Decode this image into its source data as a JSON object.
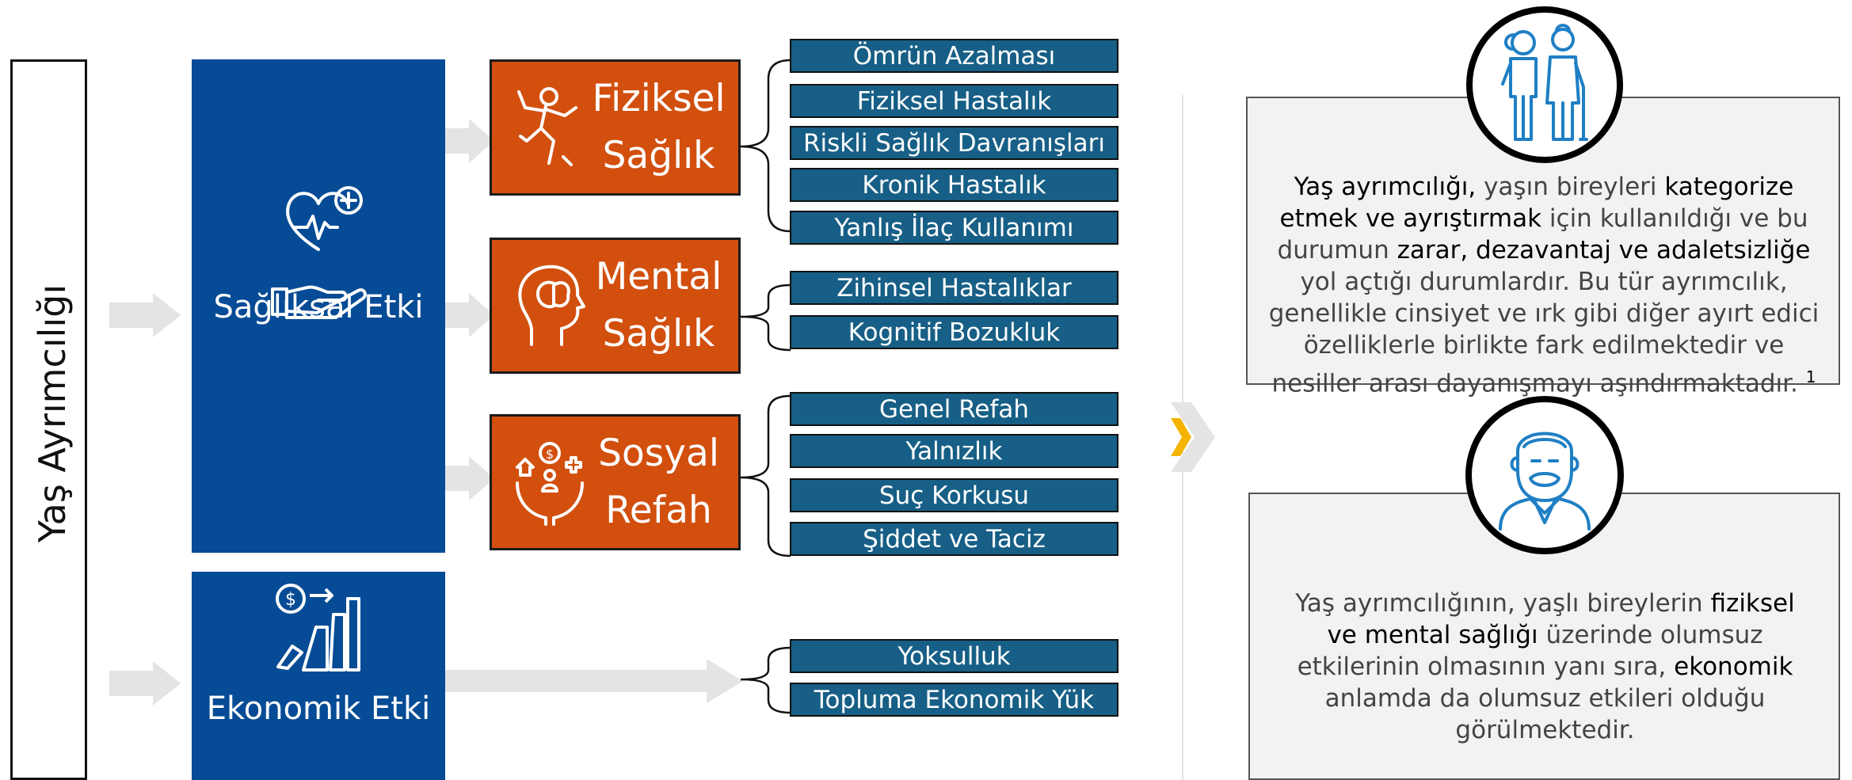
{
  "left_label": "Yaş Ayrımcılığı",
  "health_box": {
    "label": "Sağlıksal Etki"
  },
  "economy_box": {
    "label": "Ekonomik Etki"
  },
  "physical": {
    "line1": "Fiziksel",
    "line2": "Sağlık",
    "items": [
      "Ömrün Azalması",
      "Fiziksel Hastalık",
      "Riskli Sağlık Davranışları",
      "Kronik Hastalık",
      "Yanlış İlaç Kullanımı"
    ]
  },
  "mental": {
    "line1": "Mental",
    "line2": "Sağlık",
    "items": [
      "Zihinsel Hastalıklar",
      "Kognitif Bozukluk"
    ]
  },
  "social": {
    "line1": "Sosyal",
    "line2": "Refah",
    "items": [
      "Genel Refah",
      "Yalnızlık",
      "Suç Korkusu",
      "Şiddet ve Taciz"
    ]
  },
  "economic_items": [
    "Yoksulluk",
    "Topluma Ekonomik Yük"
  ],
  "panel1": {
    "t1": "Yaş ayrımcılığı,",
    "t2": " yaşın bireyleri ",
    "t3": "kategorize etmek ve ayrıştırmak",
    "t4": " için kullanıldığı ve bu durumun ",
    "t5": "zarar, dezavantaj ve adaletsizliğe",
    "t6": " yol açtığı durumlardır. Bu tür ayrımcılık, genellikle cinsiyet ve ırk gibi diğer ayırt edici özelliklerle birlikte fark edilmektedir ve nesiller arası dayanışmayı aşındırmaktadır. ",
    "sup": "1"
  },
  "panel2": {
    "t1": "Yaş ayrımcılığının, yaşlı bireylerin ",
    "t2": "fiziksel ve mental sağlığı",
    "t3": " üzerinde olumsuz etkilerinin olmasının yanı sıra, ",
    "t4": "ekonomik",
    "t5": " anlamda da olumsuz etkileri olduğu görülmektedir."
  },
  "colors": {
    "blue": "#064b95",
    "orange": "#d24f0e",
    "teal": "#175f86",
    "chevron": "#f5b400",
    "icon": "#1f7fc4"
  },
  "icons": [
    "heart-hand-icon",
    "runner-icon",
    "brain-head-icon",
    "hands-care-icon",
    "money-chart-icon",
    "elderly-couple-icon",
    "elderly-man-icon",
    "chevron-right-icon"
  ]
}
